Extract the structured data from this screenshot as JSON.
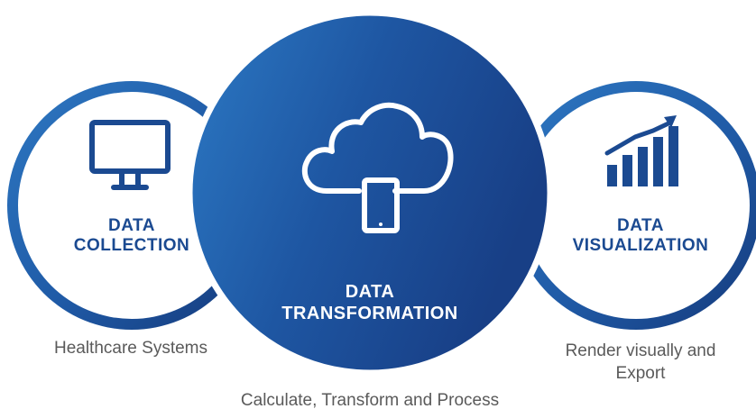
{
  "colors": {
    "ring_dark": "#15397a",
    "ring_mid": "#1f5aa6",
    "ring_light": "#2e78c2",
    "icon": "#1b4a91",
    "label_dark": "#1b4a91",
    "center_text": "#ffffff",
    "caption": "#5a5a5a"
  },
  "stages": [
    {
      "title_line1": "DATA",
      "title_line2": "COLLECTION",
      "icon": "monitor-icon",
      "caption": "Healthcare Systems"
    },
    {
      "title_line1": "DATA",
      "title_line2": "TRANSFORMATION",
      "icon": "cloud-tablet-icon",
      "caption": "Calculate, Transform and Process"
    },
    {
      "title_line1": "DATA",
      "title_line2": "VISUALIZATION",
      "icon": "bar-chart-trend-icon",
      "caption_line1": "Render visually and",
      "caption_line2": "Export"
    }
  ]
}
